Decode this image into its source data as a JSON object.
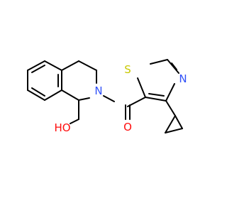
{
  "molecule": {
    "atoms": [
      {
        "id": "S",
        "text": "S",
        "color": "#c8c800"
      },
      {
        "id": "N_thiazole",
        "text": "N",
        "color": "#3050f8"
      },
      {
        "id": "N_amide",
        "text": "N",
        "color": "#3050f8"
      },
      {
        "id": "O_carbonyl",
        "text": "O",
        "color": "#ff0d0d"
      },
      {
        "id": "OH",
        "text": "HO",
        "color": "#ff0d0d"
      }
    ]
  }
}
